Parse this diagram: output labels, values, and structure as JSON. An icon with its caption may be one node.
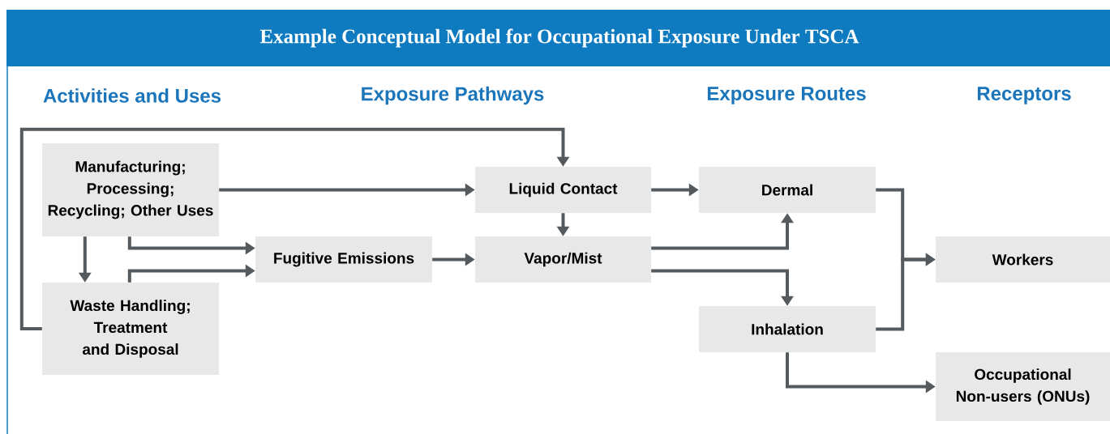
{
  "diagram": {
    "title": "Example Conceptual Model for Occupational Exposure Under TSCA",
    "nodes": [
      {
        "text": [
          "Manufacturing; Processing; Recycling; Other Uses"
        ]
      },
      {
        "text": [
          "Waste Handling; Treatment and Disposal"
        ]
      },
      {
        "text": [
          "Fugitive Emissions"
        ]
      },
      {
        "text": [
          "Liquid Contact"
        ]
      },
      {
        "text": [
          "Vapor/Mist"
        ]
      },
      {
        "text": [
          "Dermal"
        ]
      },
      {
        "text": [
          "Inhalation"
        ]
      },
      {
        "text": [
          "Workers"
        ]
      },
      {
        "text": [
          "Occupational Non-users (ONUs)"
        ]
      }
    ],
    "edges": [
      {
        "from": 0,
        "to": 3,
        "arrow": "to"
      },
      {
        "from": 0,
        "to": 2,
        "arrow": "to"
      },
      {
        "from": 0,
        "to": 1,
        "arrow": "to"
      },
      {
        "from": 1,
        "to": 2,
        "arrow": "to"
      },
      {
        "from": 1,
        "to": 3,
        "arrow": "to"
      },
      {
        "from": 2,
        "to": 4,
        "arrow": "to"
      },
      {
        "from": 3,
        "to": 4,
        "arrow": "to"
      },
      {
        "from": 3,
        "to": 5,
        "arrow": "to"
      },
      {
        "from": 4,
        "to": 5,
        "arrow": "to"
      },
      {
        "from": 4,
        "to": 6,
        "arrow": "to"
      },
      {
        "from": 5,
        "to": 7,
        "arrow": "to"
      },
      {
        "from": 6,
        "to": 7,
        "arrow": "to"
      },
      {
        "from": 6,
        "to": 8,
        "arrow": "to"
      }
    ],
    "labels": [
      "Activities and Uses",
      "Exposure Pathways",
      "Exposure Routes",
      "Receptors"
    ]
  }
}
